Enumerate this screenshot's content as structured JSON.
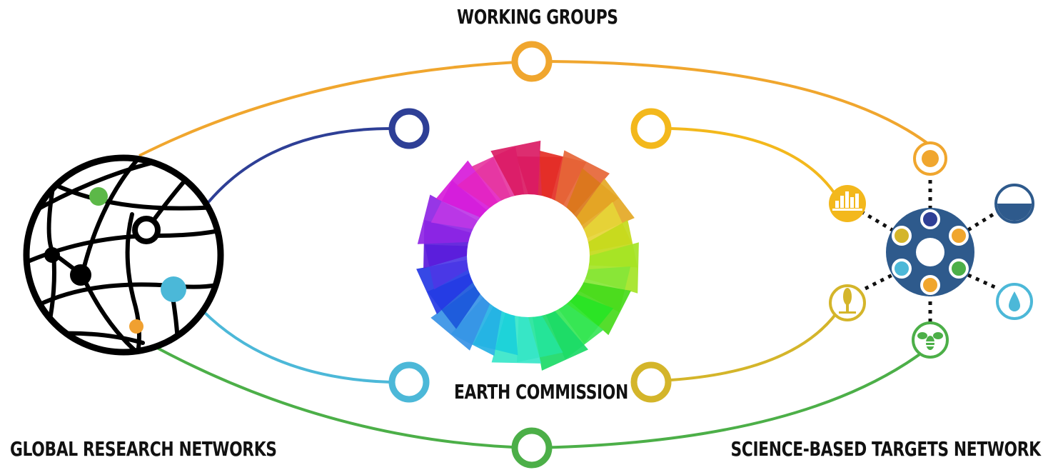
{
  "labels": {
    "working_groups": "WORKING GROUPS",
    "earth_commission": "EARTH COMMISSION",
    "global_research_networks": "GLOBAL RESEARCH NETWORKS",
    "science_based_targets_network": "SCIENCE-BASED TARGETS NETWORK"
  },
  "colors": {
    "orange": "#f0a62e",
    "navy": "#2e3f96",
    "light_blue": "#4cb8d8",
    "green": "#4caf48",
    "yellow": "#f3b81c",
    "olive": "#d4b52a",
    "hub_blue": "#2e5a8c",
    "globe_green": "#5cb848",
    "globe_blue": "#4bb8d8",
    "globe_orange": "#f0a030"
  },
  "icons": [
    "globe-network-icon",
    "earth-commission-wheel-icon",
    "sbtn-hub-icon",
    "city-icon",
    "water-level-icon",
    "tree-icon",
    "water-drop-icon",
    "bee-icon"
  ]
}
